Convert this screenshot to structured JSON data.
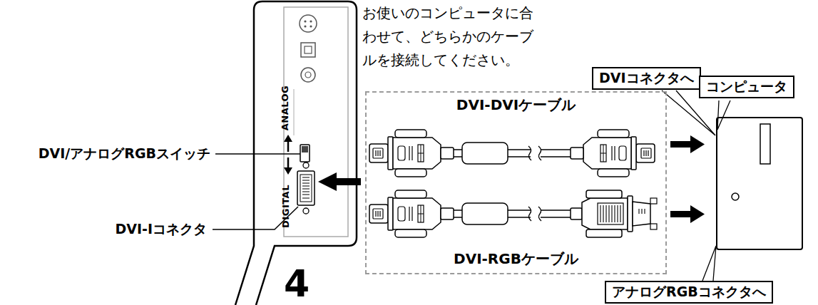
{
  "diagram": {
    "nodes": [
      {
        "text": [
          "DVIコネクタへ"
        ]
      },
      {
        "text": [
          "コンピュータ"
        ]
      },
      {
        "text": [
          "DVI-DVIケーブル",
          "DVI-RGBケーブル"
        ]
      },
      {
        "text": [
          "アナログRGBコネクタへ"
        ]
      }
    ],
    "labels": [
      "お使いのコンピュータに合わせて、どちらかのケーブルを接続してください。",
      "ANALOG",
      "DVI/アナログRGBスイッチ",
      "DIGITAL",
      "DVI-Iコネクタ",
      "4"
    ]
  }
}
